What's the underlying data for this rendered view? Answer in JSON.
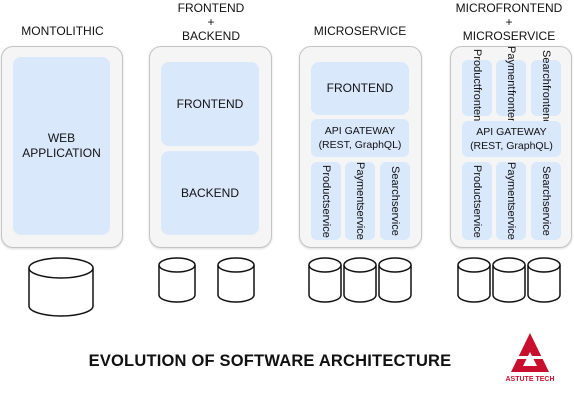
{
  "columns": {
    "monolithic": {
      "title": "MONTOLITHIC",
      "app_line1": "WEB",
      "app_line2": "APPLICATION"
    },
    "frontend_backend": {
      "title_line1": "FRONTEND",
      "title_line2": "+",
      "title_line3": "BACKEND",
      "frontend": "FRONTEND",
      "backend": "BACKEND"
    },
    "microservice": {
      "title": "MICROSERVICE",
      "frontend": "FRONTEND",
      "gateway_line1": "API GATEWAY",
      "gateway_line2": "(REST, GraphQL)",
      "services": [
        {
          "line1": "Product",
          "line2": "service"
        },
        {
          "line1": "Payment",
          "line2": "service"
        },
        {
          "line1": "Search",
          "line2": "service"
        }
      ]
    },
    "microfrontend": {
      "title_line1": "MICROFRONTEND",
      "title_line2": "+",
      "title_line3": "MICROSERVICE",
      "frontends": [
        {
          "line1": "Product",
          "line2": "frontend"
        },
        {
          "line1": "Payment",
          "line2": "frontend"
        },
        {
          "line1": "Search",
          "line2": "frontend"
        }
      ],
      "gateway_line1": "API GATEWAY",
      "gateway_line2": "(REST, GraphQL)",
      "services": [
        {
          "line1": "Product",
          "line2": "service"
        },
        {
          "line1": "Payment",
          "line2": "service"
        },
        {
          "line1": "Search",
          "line2": "service"
        }
      ]
    }
  },
  "footer": {
    "title": "EVOLUTION OF SOFTWARE ARCHITECTURE"
  },
  "logo": {
    "text": "ASTUTE TECH",
    "color": "#c8102e"
  },
  "colors": {
    "box_fill": "#dae8fc",
    "panel_fill": "#f5f5f5",
    "panel_border": "#c4c4c4"
  }
}
